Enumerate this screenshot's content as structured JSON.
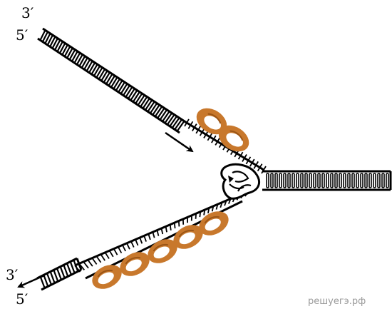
{
  "labels": {
    "top_strand_3": "3′",
    "top_strand_5": "5′",
    "bottom_strand_3": "3′",
    "bottom_strand_5": "5′"
  },
  "watermark": "решуегэ.рф",
  "colors": {
    "strand": "#000000",
    "protein_fill": "#c8782c",
    "protein_dark": "#9a5516"
  }
}
